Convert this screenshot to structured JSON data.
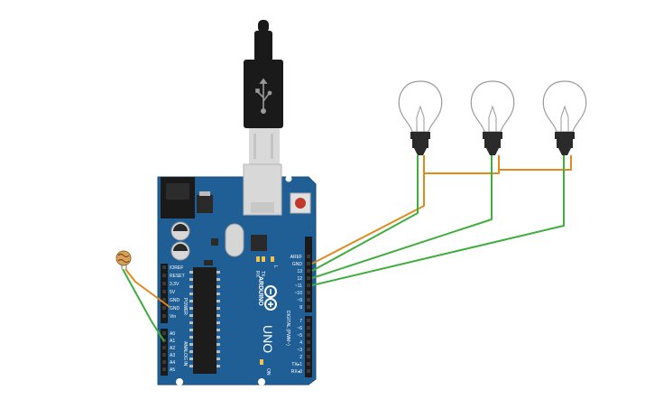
{
  "board": {
    "brand": "ARDUINO",
    "model": "UNO",
    "tx_label": "TX",
    "rx_label": "RX",
    "l_label": "L",
    "on_label": "ON",
    "power_header_label": "POWER",
    "analog_header_label": "ANALOG IN",
    "digital_header_label": "DIGITAL (PWM~)",
    "power_pins": [
      "IOREF",
      "RESET",
      "3.3V",
      "5V",
      "GND",
      "GND",
      "Vin"
    ],
    "analog_pins": [
      "A0",
      "A1",
      "A2",
      "A3",
      "A4",
      "A5"
    ],
    "digital_top_pins": [
      "AREF",
      "GND",
      "13",
      "12",
      "~11",
      "~10",
      "~9",
      "8"
    ],
    "digital_bottom_pins": [
      "7",
      "~6",
      "~5",
      "4",
      "~3",
      "2",
      "TX▸1",
      "RX◂0"
    ]
  },
  "colors": {
    "board": "#1f5f96",
    "board_edge": "#174b78",
    "wire_green": "#3fae3f",
    "wire_orange": "#e08a1e",
    "bulb_base": "#2a2a2a",
    "reset_button": "#c0392b",
    "cable": "#1a1a1a"
  },
  "components": {
    "usb_cable": "usb-cable",
    "photoresistor": "photoresistor",
    "bulbs": [
      "bulb-1",
      "bulb-2",
      "bulb-3"
    ]
  }
}
